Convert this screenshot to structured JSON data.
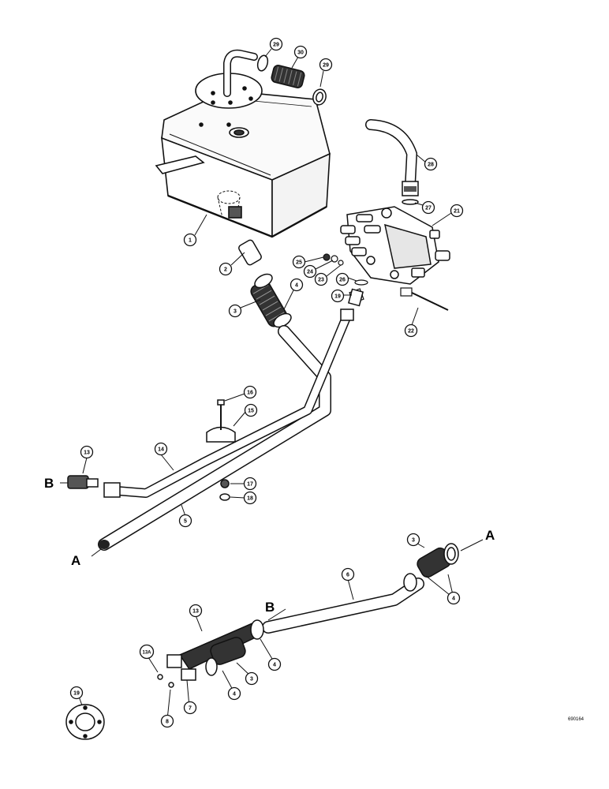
{
  "callouts": {
    "c29a": "29",
    "c30a": "30",
    "c29b": "29",
    "c1": "1",
    "c2": "2",
    "c3a": "3",
    "c4a": "4",
    "c28": "28",
    "c27": "27",
    "c21": "21",
    "c25": "25",
    "c24": "24",
    "c23": "23",
    "c26": "26",
    "c19a": "19",
    "c22": "22",
    "c16": "16",
    "c15": "15",
    "c13a": "13",
    "c14": "14",
    "c17": "17",
    "c18": "18",
    "c5": "5",
    "c3b": "3",
    "c4b": "4",
    "c6": "6",
    "c13b": "13",
    "c4c": "4",
    "c3c": "3",
    "c13A": "13A",
    "c4d": "4",
    "c7": "7",
    "c8": "8",
    "c19b": "19"
  },
  "letters": {
    "a_top": "A",
    "a_bottom": "A",
    "b_left": "B",
    "b_lower": "B"
  },
  "drawing_number": "690164"
}
